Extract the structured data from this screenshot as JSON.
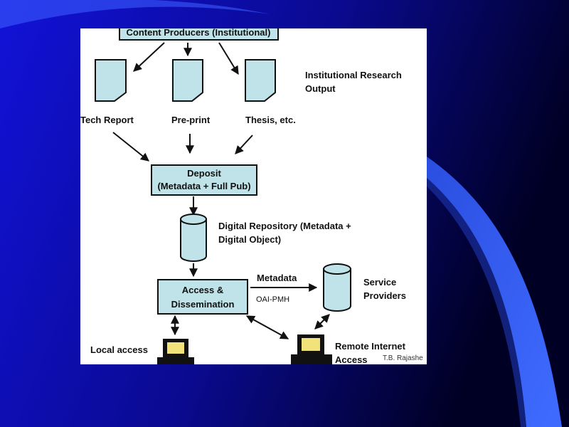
{
  "colors": {
    "slide_bg_left": "#1010d0",
    "slide_bg_right": "#000030",
    "node_fill": "#bfe3e8",
    "stroke": "#111111"
  },
  "diagram": {
    "top_box": "Content Producers (Institutional)",
    "doc_group_label_line1": "Institutional Research",
    "doc_group_label_line2": "Output",
    "docs": [
      "Tech Report",
      "Pre-print",
      "Thesis, etc."
    ],
    "deposit_line1": "Deposit",
    "deposit_line2": "(Metadata + Full Pub)",
    "repository_line1": "Digital Repository (Metadata +",
    "repository_line2": "Digital Object)",
    "access_line1": "Access &",
    "access_line2": "Dissemination",
    "metadata_label": "Metadata",
    "protocol_label": "OAI-PMH",
    "service_line1": "Service",
    "service_line2": "Providers",
    "local_access": "Local access",
    "remote_line1": "Remote Internet",
    "remote_line2": "Access",
    "credit": "T.B. Rajashe"
  }
}
